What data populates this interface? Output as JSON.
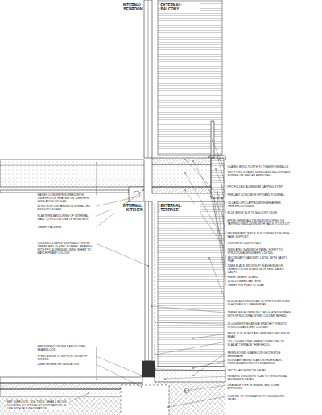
{
  "diagram": {
    "labels": [
      "INTERNAL: BEDROOM",
      "EXTERNAL: BALCONY",
      "INTERNAL: KITCHEN",
      "EXTERNAL: TERRACE",
      "GLAZED BRICK PLINTH TO TIMBER FIN WALLS",
      "SIDE FIXED 6-PANEL SLIM GLASS BALUSTRADE SYSTEM OR SIMILAR APPROVED",
      "PPC FOLDED ALUMINIUM CAPPING STRIP",
      "PRECAST CONCRETE UPSTAND TO DETAIL",
      "CILL AND DPC LAPPED WITH BREATHER THRESHOLD DRAIN",
      "BLUE BRICK SLIP TO BALCONY EDGE",
      "EPDM CHEMICALLY BONDED ROOFING ON TAPERED INSULATION WITH FALLS TO OUTLET",
      "PROPRIETARY BRICK SLIP CONNECTION WITH BASE SUPPORT",
      "CONCRETE LAID TO FALL",
      "INSULATED SANDWICH PANEL SOFFIT TO STRUCTURAL ENGINEER'S DETAIL",
      "SECONDARY MASONRY LINTEL WITH CAVITY TRAY",
      "25MM BLACK BRICK SLIP IN ADHESIVE ON CEMENTITIOUS BOARD WITH VENTILATED CAVITY",
      "FIBRE CEMENT BOARD",
      "50 x 25 TIMBER BATTENS",
      "TIMBER FIN FIXED TO SLAB",
      "BLUE/BLACK BRICK LAID IN STRETCHER BOND IN HYDRAULIC LIME MORTAR",
      "TIMBER FIN ALUMINIUM CLAD GLAZED SCREEN WITH STRUCTURAL STEEL COLUMN BEHIND",
      "25 x 50MM STEEL ANGLE BRACKET FIXED TO STRUCTURAL STEEL COLUMN",
      "BRICK SLIP, SOFFIT AND EXPOSED BRICK SLIP BEAM",
      "200 x 100MM STEEL BEAM CONNECTED TO SLAB AT TERRACE THRESHOLD",
      "RESIN BOUND GRAVEL ON GEOTEXTILE MEMBRANE",
      "MODULAR PAVING SLAB ON PEDESTALS - FINISH AS ARCHITECT'S DRAWINGS",
      "DPC TO ARCHITECT'S DETAIL",
      "REBATED CONCRETE SLAB TO STRUCTURAL ENGINEER'S DETAIL",
      "DRAINAGE PIPE IN GRAVEL BED TO BE APPROVED",
      "OUTLINE OF FOUNDATION TO ENGINEER'S DETAIL",
      "RAISED CONCRETE SCREED WITH UNDERFLOOR HEATING ON 75MM EPS INSULATION ON SLAB",
      "BLIND BOX CONTAINING INTEGRAL LED FIXING TO SOFFIT",
      "PLASTERBOARD LINING OF INTERNAL WALL TO FOLLOW LINE OF BLIND BOX",
      "TIMBER PACKERS",
      "COLUMN LOCATED CENTRALLY WITHIN TIMBER AND GLAZED SCREEN. FRAMING WITH PPC ALUMINIUM LINING SHEET TO MATCH FRAME COLOUR",
      "SBR SCREED ON INSULATION OVER BEAM/BLOCK",
      "STEEL ANGLE TO SUPPORT EDGE OF SCREED",
      "25MM PERIMETER INSULATION",
      "SBR SUBFLOOR, 1200 THICK, BEAM & BLOCK FLOORING BY SPECIALIST CONTRACTOR, IN LINE WITH SE'S INFORMATION"
    ]
  }
}
